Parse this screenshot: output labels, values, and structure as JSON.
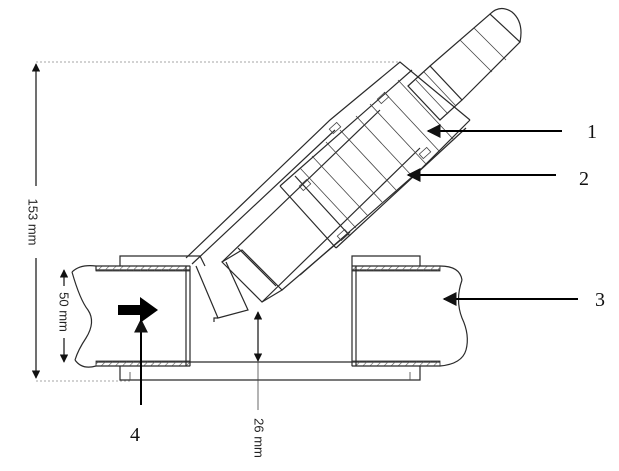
{
  "dimensions": {
    "total_height": "153 mm",
    "pipe_diameter": "50 mm",
    "gap": "26 mm"
  },
  "callouts": [
    {
      "number": "1"
    },
    {
      "number": "2"
    },
    {
      "number": "3"
    },
    {
      "number": "4"
    }
  ],
  "colors": {
    "line": "#2a2a2a",
    "arrow": "#000000",
    "hatch": "#555555"
  }
}
